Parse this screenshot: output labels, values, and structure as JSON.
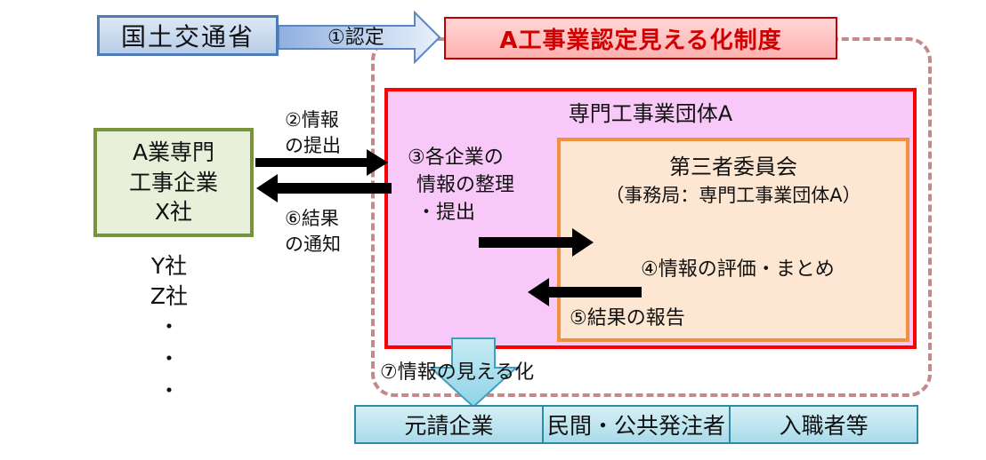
{
  "ministry": "国土交通省",
  "scheme": "A工事業認定見える化制度",
  "step1": "①認定",
  "org": "専門工事業団体A",
  "committee": {
    "title": "第三者委員会",
    "subtitle": "（事務局：専門工事業団体A）"
  },
  "company": {
    "lines": [
      "A業専門",
      "工事企業",
      "X社"
    ]
  },
  "others": [
    "Y社",
    "Z社"
  ],
  "dots": [
    "・",
    "・",
    "・"
  ],
  "step2": [
    "②情報",
    "の提出"
  ],
  "step3": [
    "③各企業の",
    "情報の整理",
    "・提出"
  ],
  "step4": "④情報の評価・まとめ",
  "step5": "⑤結果の報告",
  "step6": [
    "⑥結果",
    "の通知"
  ],
  "step7": "⑦情報の見える化",
  "targets": [
    "元請企業",
    "民間・公共発注者",
    "入職者等"
  ],
  "colors": {
    "ministry_border": "#4f7ab8",
    "scheme_text": "#d00000",
    "org_fill": "#f8c8f8",
    "org_border": "#ff0000",
    "committee_fill": "#fde7d3",
    "committee_border": "#f0913e",
    "company_border": "#77933c",
    "targets_border": "#2d8aa8"
  }
}
